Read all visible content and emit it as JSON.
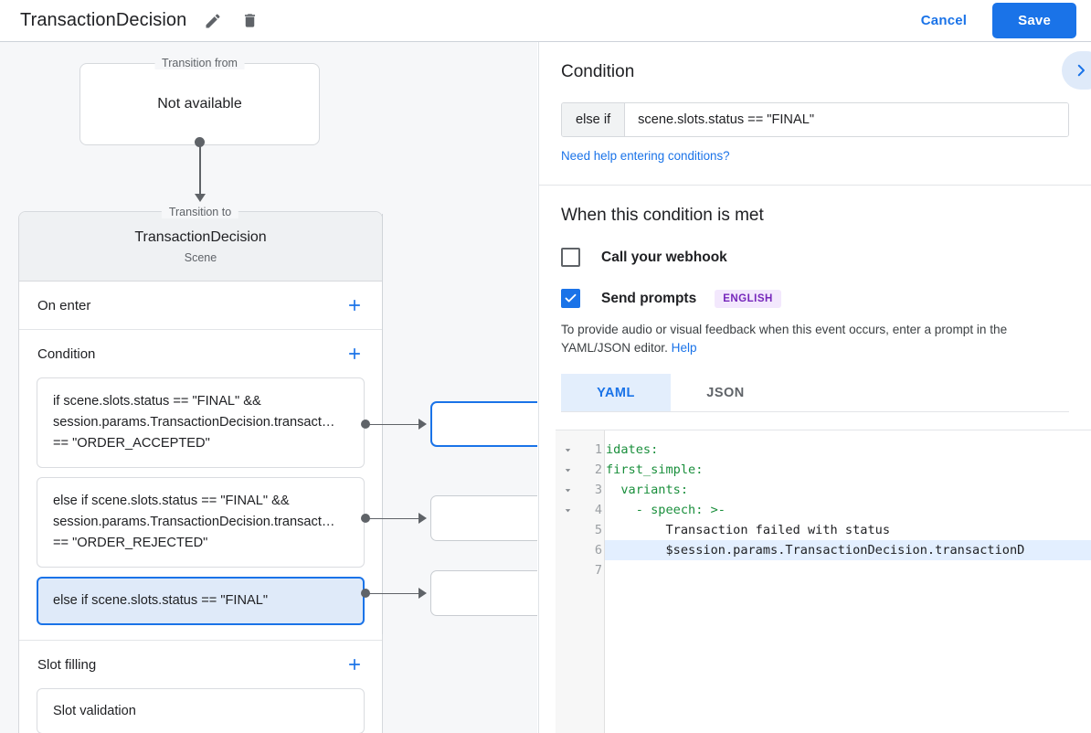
{
  "header": {
    "title": "TransactionDecision",
    "edit_icon": "pencil-icon",
    "delete_icon": "trash-icon",
    "cancel_label": "Cancel",
    "save_label": "Save",
    "accent": "#1a73e8"
  },
  "canvas": {
    "transition_from": {
      "legend": "Transition from",
      "value": "Not available"
    },
    "transition_to": {
      "legend": "Transition to",
      "name": "TransactionDecision",
      "type": "Scene"
    },
    "sections": [
      {
        "title": "On enter",
        "add_label": "+"
      },
      {
        "title": "Condition",
        "add_label": "+"
      },
      {
        "title": "Slot filling",
        "add_label": "+"
      }
    ],
    "conditions": [
      {
        "text": "if scene.slots.status == \"FINAL\" && session.params.TransactionDecision.transact… == \"ORDER_ACCEPTED\"",
        "selected": false
      },
      {
        "text": "else if scene.slots.status == \"FINAL\" && session.params.TransactionDecision.transact… == \"ORDER_REJECTED\"",
        "selected": false
      },
      {
        "text": "else if scene.slots.status == \"FINAL\"",
        "selected": true
      }
    ],
    "slot_filling": {
      "item": "Slot validation"
    }
  },
  "panel": {
    "title": "Condition",
    "collapse_icon": "chevron-right-icon",
    "condition": {
      "prefix": "else if",
      "value": "scene.slots.status == \"FINAL\"",
      "help_link": "Need help entering conditions?"
    },
    "when_met": {
      "title": "When this condition is met",
      "webhook": {
        "label": "Call your webhook",
        "checked": false
      },
      "send_prompts": {
        "label": "Send prompts",
        "badge": "ENGLISH",
        "badge_bg": "#f3e8fd",
        "badge_fg": "#7627bb",
        "checked": true
      },
      "description": "To provide audio or visual feedback when this event occurs, enter a prompt in the YAML/JSON editor.",
      "help_label": "Help"
    },
    "tabs": [
      {
        "label": "YAML",
        "active": true
      },
      {
        "label": "JSON",
        "active": false
      }
    ],
    "editor": {
      "lines": [
        {
          "num": "1",
          "fold": true,
          "text": "idates:",
          "highlight": false,
          "color": "key"
        },
        {
          "num": "2",
          "fold": true,
          "text": "first_simple:",
          "highlight": false,
          "color": "key"
        },
        {
          "num": "3",
          "fold": true,
          "text": "  variants:",
          "highlight": false,
          "color": "key"
        },
        {
          "num": "4",
          "fold": true,
          "text": "    - speech: >-",
          "highlight": false,
          "color": "key"
        },
        {
          "num": "5",
          "fold": false,
          "text": "        Transaction failed with status",
          "highlight": false,
          "color": "plain"
        },
        {
          "num": "6",
          "fold": false,
          "text": "        $session.params.TransactionDecision.transactionD",
          "highlight": true,
          "color": "plain"
        },
        {
          "num": "7",
          "fold": false,
          "text": "",
          "highlight": false,
          "color": "plain"
        }
      ]
    }
  }
}
